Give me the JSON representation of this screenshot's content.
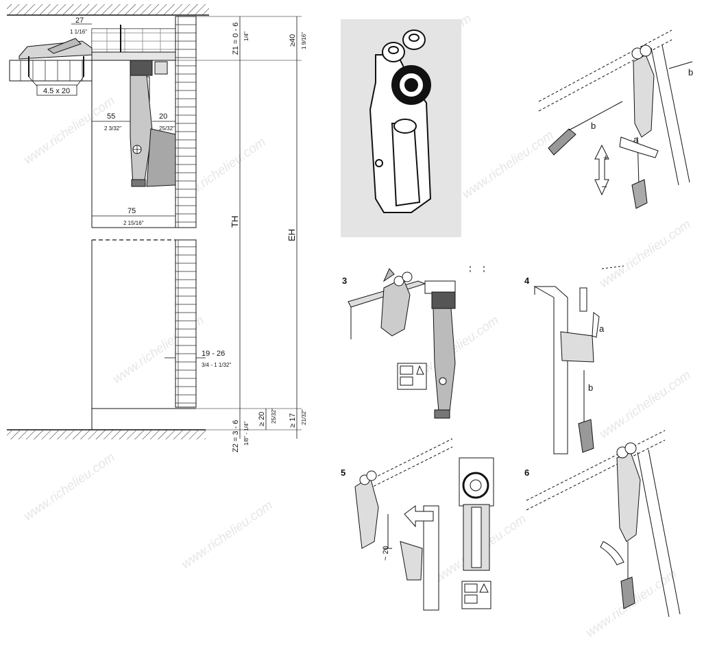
{
  "watermark": "www.richelieu.com",
  "section_view": {
    "dims": {
      "d27": "27",
      "d27_in": "1 1/16\"",
      "screw": "4.5 x 20",
      "d55": "55",
      "d55_in": "2 3/32\"",
      "d20": "20",
      "d20_in": "25/32\"",
      "d75": "75",
      "d75_in": "2 15/16\"",
      "d19_26": "19 - 26",
      "d19_26_in": "3/4 - 1 1/32\"",
      "z1": "Z1 = 0 - 6",
      "z1_in": "1/4\"",
      "ge40": "≥40",
      "ge40_in": "1 9/16\"",
      "th": "TH",
      "eh": "EH",
      "z2": "Z2 = 3 - 6",
      "z2_in": "1/8\" - 1/4\"",
      "ge20": "≥ 20",
      "ge20_in": "25/32\"",
      "ge17": "≥ 17",
      "ge17_in": "21/32\""
    }
  },
  "steps": {
    "s3": "3",
    "s4": "4",
    "s5": "5",
    "s6": "6",
    "a": "a",
    "b": "b",
    "plus": "+",
    "minus": "–",
    "approx20": "~ 20"
  }
}
